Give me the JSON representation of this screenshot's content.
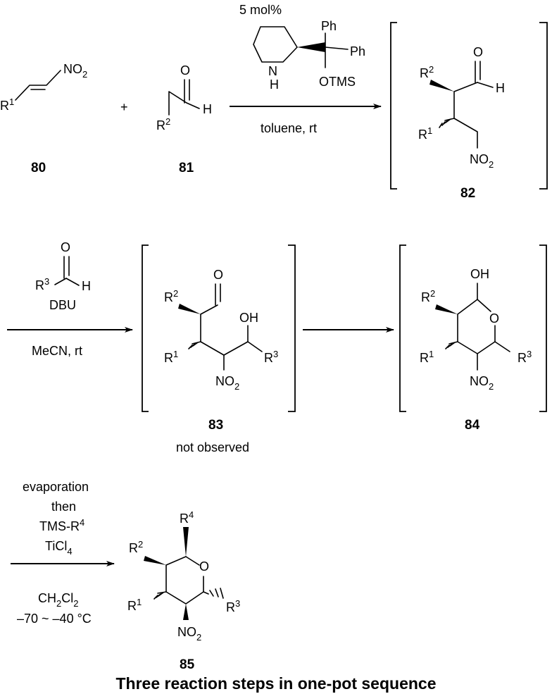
{
  "compounds": {
    "c80": {
      "label": "80",
      "r1": "R",
      "r1_sup": "1",
      "no2": "NO",
      "no2_sub": "2"
    },
    "c81": {
      "label": "81",
      "r2": "R",
      "r2_sup": "2",
      "h": "H",
      "o": "O"
    },
    "c82": {
      "label": "82",
      "o": "O",
      "h": "H",
      "r2": "R",
      "r2_sup": "2",
      "r1": "R",
      "r1_sup": "1",
      "no2": "NO",
      "no2_sub": "2"
    },
    "c83": {
      "label": "83",
      "note": "not observed",
      "o": "O",
      "oh": "OH",
      "r2": "R",
      "r2_sup": "2",
      "r1": "R",
      "r1_sup": "1",
      "r3": "R",
      "r3_sup": "3",
      "no2": "NO",
      "no2_sub": "2"
    },
    "c84": {
      "label": "84",
      "oh": "OH",
      "o": "O",
      "r2": "R",
      "r2_sup": "2",
      "r1": "R",
      "r1_sup": "1",
      "r3": "R",
      "r3_sup": "3",
      "no2": "NO",
      "no2_sub": "2"
    },
    "c85": {
      "label": "85",
      "r4": "R",
      "r4_sup": "4",
      "o": "O",
      "r2": "R",
      "r2_sup": "2",
      "r1": "R",
      "r1_sup": "1",
      "r3": "R",
      "r3_sup": "3",
      "no2": "NO",
      "no2_sub": "2"
    }
  },
  "plus_sign": "+",
  "step1": {
    "loading": "5 mol%",
    "catalyst": {
      "ph_top": "Ph",
      "ph_right": "Ph",
      "otms": "OTMS",
      "n": "N",
      "nh": "H"
    },
    "solvent": "toluene, rt"
  },
  "step2": {
    "reagent": {
      "r3": "R",
      "r3_sup": "3",
      "o": "O",
      "h": "H"
    },
    "base": "DBU",
    "solvent": "MeCN, rt"
  },
  "step4": {
    "line1": "evaporation",
    "line2": "then",
    "line3": "TMS-R",
    "line3_sup": "4",
    "line4": "TiCl",
    "line4_sub": "4",
    "solvent": "CH",
    "solvent_sub1": "2",
    "solvent_mid": "Cl",
    "solvent_sub2": "2",
    "temperature": "–70 ~ –40 °C"
  },
  "caption": "Three reaction steps in one-pot sequence"
}
